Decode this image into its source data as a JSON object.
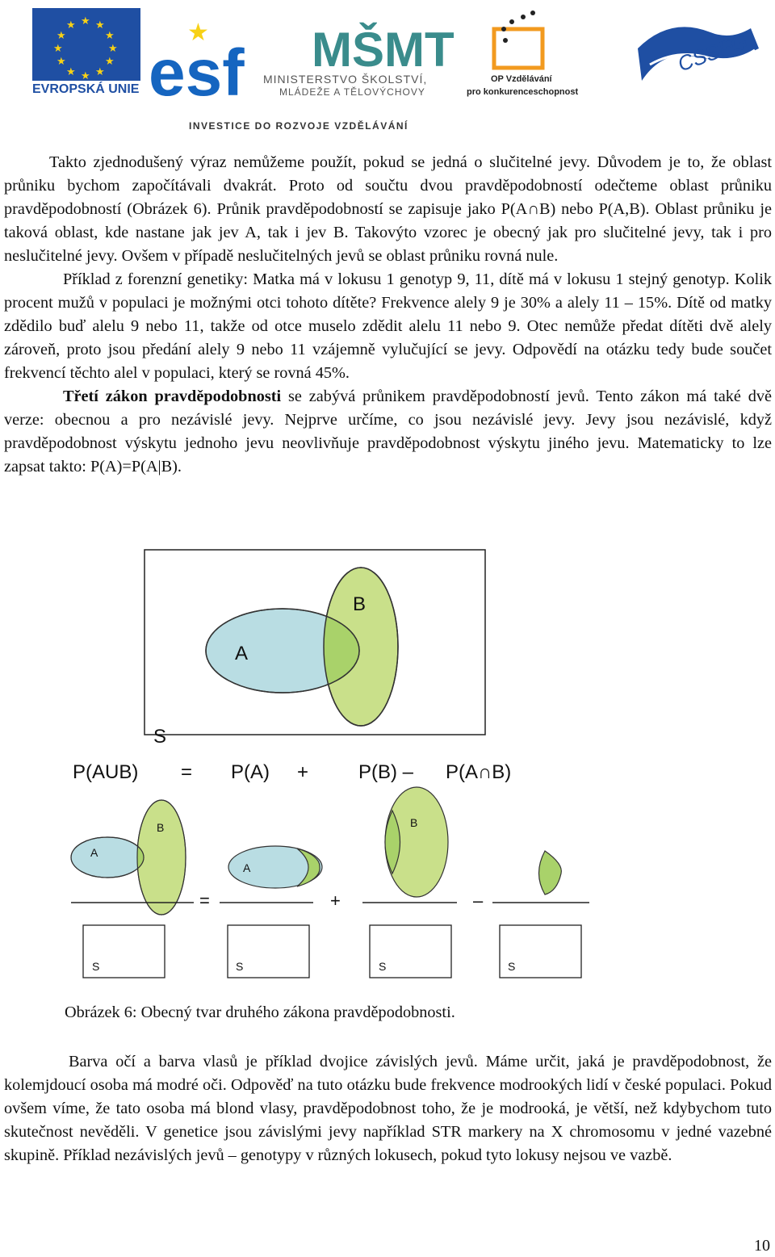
{
  "header": {
    "eu_label": "EVROPSKÁ UNIE",
    "esf_label": "esf",
    "msmt_logo_letters": "MŠMT",
    "msmt_line1": "MINISTERSTVO ŠKOLSTVÍ,",
    "msmt_line2": "MLÁDEŽE A TĚLOVÝCHOVY",
    "op_line1": "OP Vzdělávání",
    "op_line2": "pro konkurenceschopnost",
    "cssfg_label": "CSSFG",
    "invest_line": "INVESTICE DO ROZVOJE VZDĚLÁVÁNÍ",
    "colors": {
      "eu_blue": "#1f4fa3",
      "eu_star": "#f7d117",
      "esf_blue": "#1565c0",
      "msmt_teal": "#3a8c8c",
      "op_orange": "#f29a1f"
    }
  },
  "paragraphs": {
    "p1": "Takto zjednodušený výraz nemůžeme použít, pokud se jedná o slučitelné jevy. Důvodem je to, že oblast průniku bychom započítávali dvakrát. Proto od součtu dvou pravděpodobností odečteme oblast průniku pravděpodobností (Obrázek 6). Průnik pravděpodobností se zapisuje jako P(A∩B) nebo P(A,B). Oblast průniku je taková oblast, kde nastane jak jev A, tak i jev B. Takovýto vzorec je obecný jak pro slučitelné jevy, tak i pro neslučitelné jevy. Ovšem v případě neslučitelných jevů se oblast průniku rovná nule.",
    "p2": "Příklad z forenzní genetiky: Matka má v lokusu 1 genotyp 9, 11, dítě má v lokusu 1 stejný genotyp. Kolik procent mužů v populaci je možnými otci tohoto dítěte? Frekvence alely 9 je 30% a alely 11 – 15%. Dítě od matky zdědilo buď alelu 9 nebo 11, takže od otce muselo zdědit alelu 11 nebo 9. Otec nemůže předat dítěti dvě alely zároveň, proto jsou předání alely 9 nebo 11 vzájemně vylučující se jevy. Odpovědí na otázku tedy bude součet frekvencí těchto alel v populaci, který se rovná 45%.",
    "p3_bold": "Třetí zákon pravděpodobnosti",
    "p3_rest": " se zabývá průnikem pravděpodobností jevů. Tento zákon má také dvě verze: obecnou a pro nezávislé jevy. Nejprve určíme, co jsou nezávislé jevy. Jevy jsou nezávislé, když pravděpodobnost výskytu jednoho jevu neovlivňuje pravděpodobnost výskytu jiného jevu. Matematicky to lze zapsat takto: P(A)=P(A|B).",
    "p4": "Barva očí a barva vlasů je příklad dvojice závislých jevů. Máme určit, jaká je pravděpodobnost, že kolemjdoucí osoba má modré oči. Odpověď na tuto otázku bude frekvence modrookých lidí v české populaci. Pokud ovšem víme, že tato osoba má blond vlasy, pravděpodobnost toho, že je modrooká, je větší, než kdybychom tuto skutečnost nevěděli. V genetice jsou závislými jevy například STR markery na X chromosomu v jedné vazebné skupině. Příklad nezávislých jevů – genotypy v různých lokusech, pokud tyto lokusy nejsou ve vazbě."
  },
  "figure": {
    "label_a": "A",
    "label_b": "B",
    "label_s": "S",
    "formula": {
      "lhs": "P(AUB)",
      "eq": "=",
      "pa": "P(A)",
      "plus": "+",
      "pb": "P(B) –",
      "pab": "P(A∩B)"
    },
    "ops": {
      "eq": "=",
      "plus": "+",
      "minus": "–"
    },
    "colors": {
      "a_fill": "#b9dde3",
      "b_fill": "#c9e08a",
      "overlap": "#a9d26a",
      "stroke": "#333333"
    },
    "caption": "Obrázek 6: Obecný tvar druhého zákona pravděpodobnosti."
  },
  "page_number": "10"
}
